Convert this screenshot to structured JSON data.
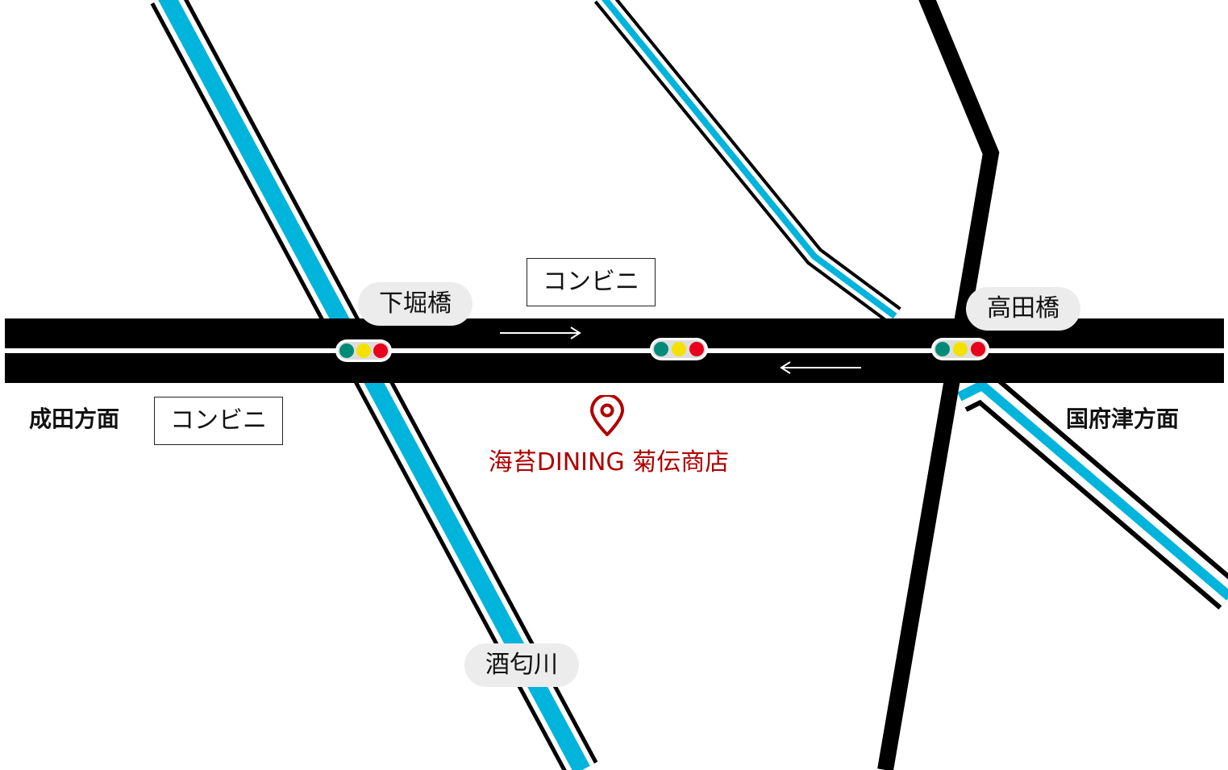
{
  "map": {
    "colors": {
      "road": "#000000",
      "river": "#00b4dc",
      "pin": "#b00000"
    },
    "labels": {
      "shimohori": "下堀橋",
      "takada": "高田橋",
      "sakawa": "酒匂川"
    },
    "stores": {
      "store_top": "コンビニ",
      "store_left": "コンビニ"
    },
    "directions": {
      "west": "成田方面",
      "east": "国府津方面"
    },
    "destination": {
      "name": "海苔DINING 菊伝商店",
      "icon": "map-pin-icon"
    },
    "traffic_light_colors": [
      "#008a78",
      "#f5e100",
      "#e8001c"
    ]
  }
}
